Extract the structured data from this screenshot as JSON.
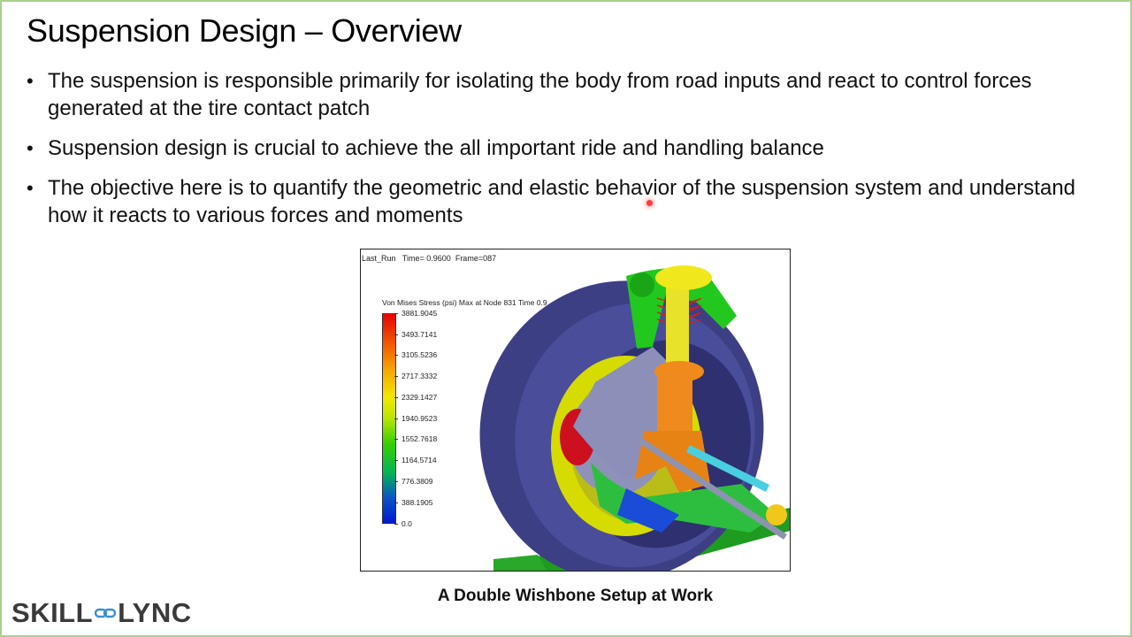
{
  "slide": {
    "title": "Suspension Design – Overview",
    "bullets": [
      "The suspension is responsible primarily for isolating the body from road inputs and react to control forces generated at the tire contact patch",
      "Suspension design is crucial to achieve the all important ride and handling balance",
      "The objective here is to quantify the geometric and elastic behavior of the suspension system and understand how it reacts to various forces and moments"
    ]
  },
  "figure": {
    "header": "Last_Run   Time= 0.9600  Frame=087",
    "legend_title": "Von Mises Stress (psi) Max at Node 831 Time 0.9",
    "legend_values": [
      "3881.9045",
      "3493.7141",
      "3105.5236",
      "2717.3332",
      "2329.1427",
      "1940.9523",
      "1552.7618",
      "1164.5714",
      "776.3809",
      "388.1905",
      "0.0"
    ],
    "caption": "A Double Wishbone Setup at Work"
  },
  "logo": {
    "left": "SKILL",
    "right": "LYNC",
    "icon": "chain-link-icon",
    "icon_color": "#3b8fd6"
  },
  "colors": {
    "frame_border": "#a9d18e",
    "laser_pointer": "#ff3b3b"
  }
}
